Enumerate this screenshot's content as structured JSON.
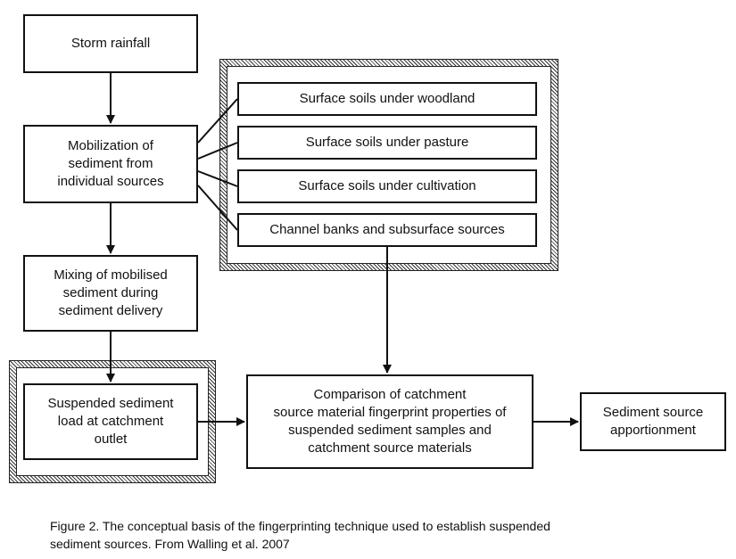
{
  "boxes": {
    "storm_rainfall": "Storm rainfall",
    "mobilization": "Mobilization of\nsediment from\nindividual sources",
    "mixing": "Mixing of mobilised\nsediment during\nsediment delivery",
    "suspended_load": "Suspended sediment\nload at catchment\noutlet",
    "comparison": "Comparison of catchment\nsource material fingerprint properties of\nsuspended sediment samples and\ncatchment source materials",
    "apportionment": "Sediment source\napportionment"
  },
  "sources": [
    "Surface soils under woodland",
    "Surface soils under pasture",
    "Surface soils under cultivation",
    "Channel banks and subsurface sources"
  ],
  "caption": "Figure 2. The conceptual basis of the fingerprinting technique used to establish suspended\nsediment sources. From Walling et al. 2007"
}
